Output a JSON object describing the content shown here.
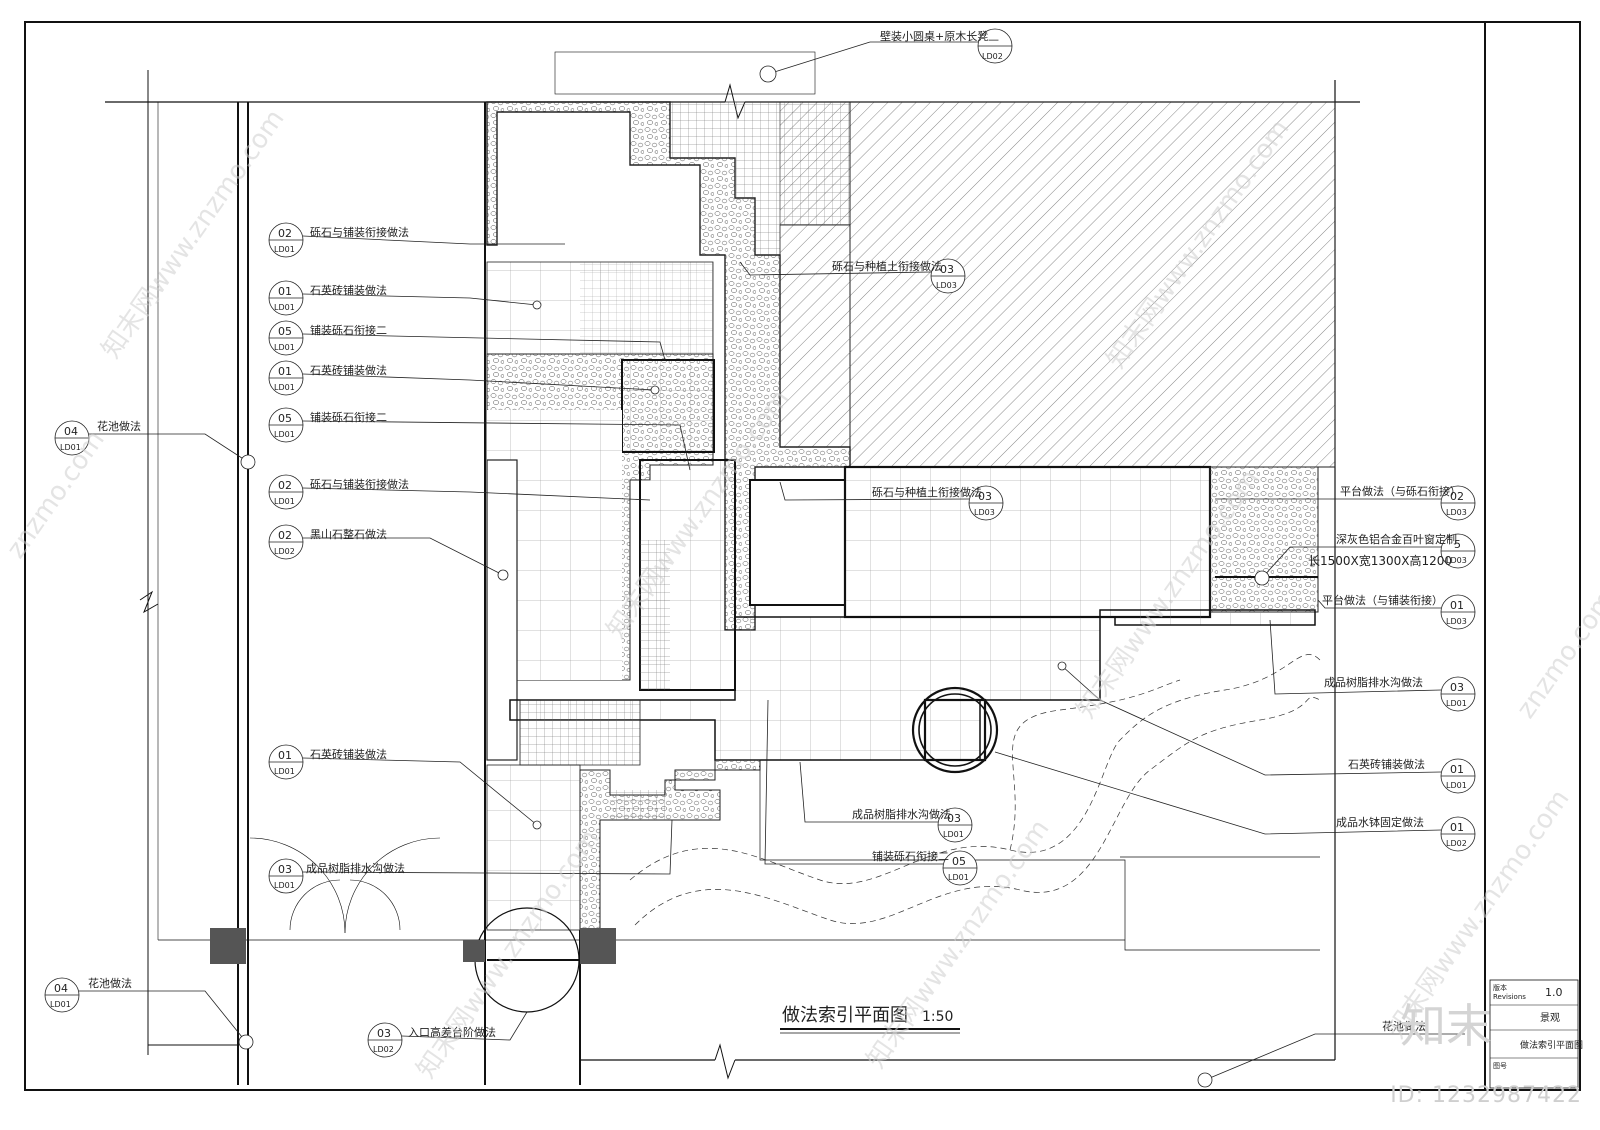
{
  "drawing": {
    "title": "做法索引平面图",
    "scale": "1:50"
  },
  "top_callout": {
    "label": "壁装小圆桌+原木长凳",
    "num": "—",
    "sheet": "LD02"
  },
  "left_callouts": [
    {
      "label": "砾石与铺装衔接做法",
      "num": "02",
      "sheet": "LD01"
    },
    {
      "label": "石英砖铺装做法",
      "num": "01",
      "sheet": "LD01"
    },
    {
      "label": "铺装砾石衔接二",
      "num": "05",
      "sheet": "LD01"
    },
    {
      "label": "石英砖铺装做法",
      "num": "01",
      "sheet": "LD01"
    },
    {
      "label": "铺装砾石衔接二",
      "num": "05",
      "sheet": "LD01"
    },
    {
      "label": "砾石与铺装衔接做法",
      "num": "02",
      "sheet": "LD01"
    },
    {
      "label": "黑山石整石做法",
      "num": "02",
      "sheet": "LD02"
    },
    {
      "label": "石英砖铺装做法",
      "num": "01",
      "sheet": "LD01"
    },
    {
      "label": "成品树脂排水沟做法",
      "num": "03",
      "sheet": "LD01"
    }
  ],
  "flower_callouts": [
    {
      "label": "花池做法",
      "num": "04",
      "sheet": "LD01"
    },
    {
      "label": "花池做法",
      "num": "04",
      "sheet": "LD01"
    }
  ],
  "center_callouts": [
    {
      "label": "砾石与种植土衔接做法",
      "num": "03",
      "sheet": "LD03"
    },
    {
      "label": "砾石与种植土衔接做法",
      "num": "03",
      "sheet": "LD03"
    },
    {
      "label": "成品树脂排水沟做法",
      "num": "03",
      "sheet": "LD01"
    },
    {
      "label": "铺装砾石衔接二",
      "num": "05",
      "sheet": "LD01"
    },
    {
      "label": "入口高差台阶做法",
      "num": "03",
      "sheet": "LD02"
    }
  ],
  "right_callouts": [
    {
      "label": "平台做法（与砾石衔接）",
      "num": "02",
      "sheet": "LD03"
    },
    {
      "label": "深灰色铝合金百叶窗定制",
      "num": "5",
      "sheet": "LD03"
    },
    {
      "label": "平台做法（与铺装衔接）",
      "num": "01",
      "sheet": "LD03"
    },
    {
      "label": "成品树脂排水沟做法",
      "num": "03",
      "sheet": "LD01"
    },
    {
      "label": "石英砖铺装做法",
      "num": "01",
      "sheet": "LD01"
    },
    {
      "label": "成品水钵固定做法",
      "num": "01",
      "sheet": "LD02"
    },
    {
      "label": "花池做法",
      "num": "",
      "sheet": ""
    }
  ],
  "window_size": "长1500X宽1300X高1200",
  "title_block": {
    "revisions_label": "版本",
    "revisions_en": "Revisions",
    "revisions_value": "1.0",
    "discipline_value": "景观",
    "sheet_title_value": "做法索引平面图",
    "drawing_no_label": "图号"
  },
  "watermarks": [
    "知末网www.znzmo.com",
    "znzmo.com"
  ],
  "logo_text": "知末",
  "id_text": "ID: 1232987422"
}
